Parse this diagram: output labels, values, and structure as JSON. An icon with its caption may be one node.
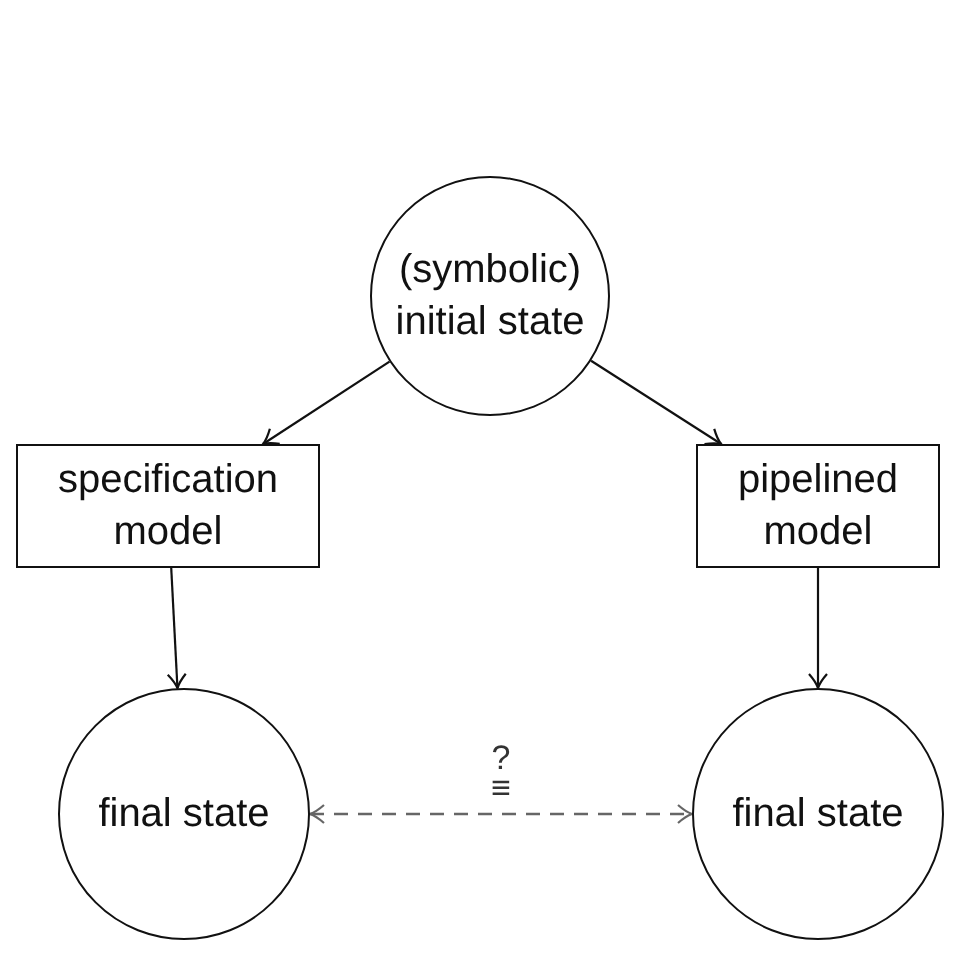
{
  "diagram": {
    "nodes": [
      {
        "text": [
          "(symbolic) initial state"
        ]
      },
      {
        "text": [
          "specification model"
        ]
      },
      {
        "text": [
          "pipelined model"
        ]
      },
      {
        "text": [
          "final state"
        ]
      },
      {
        "text": [
          "final state"
        ]
      }
    ],
    "edges": [
      {
        "from": 0,
        "to": 1,
        "arrow": "to"
      },
      {
        "from": 0,
        "to": 2,
        "arrow": "to"
      },
      {
        "from": 1,
        "to": 3,
        "arrow": "to"
      },
      {
        "from": 2,
        "to": 4,
        "arrow": "to"
      },
      {
        "from": 3,
        "to": 4,
        "arrow": "both",
        "style": "dashed",
        "color": "#666666",
        "label": "? ≡"
      }
    ]
  }
}
